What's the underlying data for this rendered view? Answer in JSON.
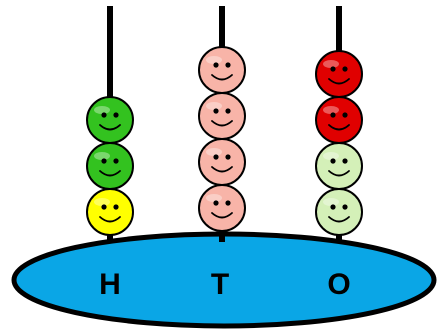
{
  "colors": {
    "base_fill": "#0aa6e6",
    "outline": "#000000",
    "rod": "#000000"
  },
  "columns": [
    {
      "label": "H",
      "beads": [
        {
          "icon": "smiley-face-icon",
          "color": "#ffff00"
        },
        {
          "icon": "smiley-face-icon",
          "color": "#33c21f"
        },
        {
          "icon": "smiley-face-icon",
          "color": "#33c21f"
        }
      ]
    },
    {
      "label": "T",
      "beads": [
        {
          "icon": "smiley-face-icon",
          "color": "#f8b4a8"
        },
        {
          "icon": "smiley-face-icon",
          "color": "#f8b4a8"
        },
        {
          "icon": "smiley-face-icon",
          "color": "#f8b4a8"
        },
        {
          "icon": "smiley-face-icon",
          "color": "#f8b4a8"
        }
      ]
    },
    {
      "label": "O",
      "beads": [
        {
          "icon": "smiley-face-icon",
          "color": "#d4f0b8"
        },
        {
          "icon": "smiley-face-icon",
          "color": "#d4f0b8"
        },
        {
          "icon": "smiley-face-icon",
          "color": "#e00000"
        },
        {
          "icon": "smiley-face-icon",
          "color": "#e00000"
        }
      ]
    }
  ]
}
